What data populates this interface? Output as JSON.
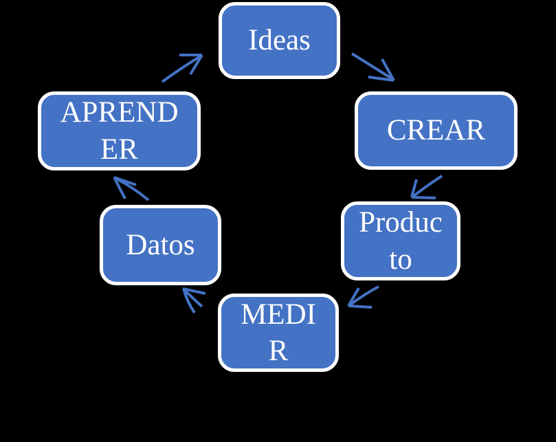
{
  "diagram": {
    "background_color": "#000000",
    "node_fill_color": "#4472C4",
    "node_border_color": "#FFFFFF",
    "node_text_color": "#FFFFFF",
    "arrow_color": "#4472C4",
    "nodes": [
      {
        "id": "ideas",
        "label": "Ideas",
        "display": "Ideas"
      },
      {
        "id": "crear",
        "label": "CREAR",
        "display": "CREAR"
      },
      {
        "id": "producto",
        "label": "Producto",
        "display": "Produc\nto"
      },
      {
        "id": "medir",
        "label": "MEDIR",
        "display": "MEDI\nR"
      },
      {
        "id": "datos",
        "label": "Datos",
        "display": "Datos"
      },
      {
        "id": "aprender",
        "label": "APRENDER",
        "display": "APREND\nER"
      }
    ],
    "connections": [
      {
        "from": "Ideas",
        "to": "CREAR"
      },
      {
        "from": "CREAR",
        "to": "Producto"
      },
      {
        "from": "Producto",
        "to": "MEDIR"
      },
      {
        "from": "MEDIR",
        "to": "Datos"
      },
      {
        "from": "Datos",
        "to": "APRENDER"
      },
      {
        "from": "APRENDER",
        "to": "Ideas"
      }
    ]
  }
}
